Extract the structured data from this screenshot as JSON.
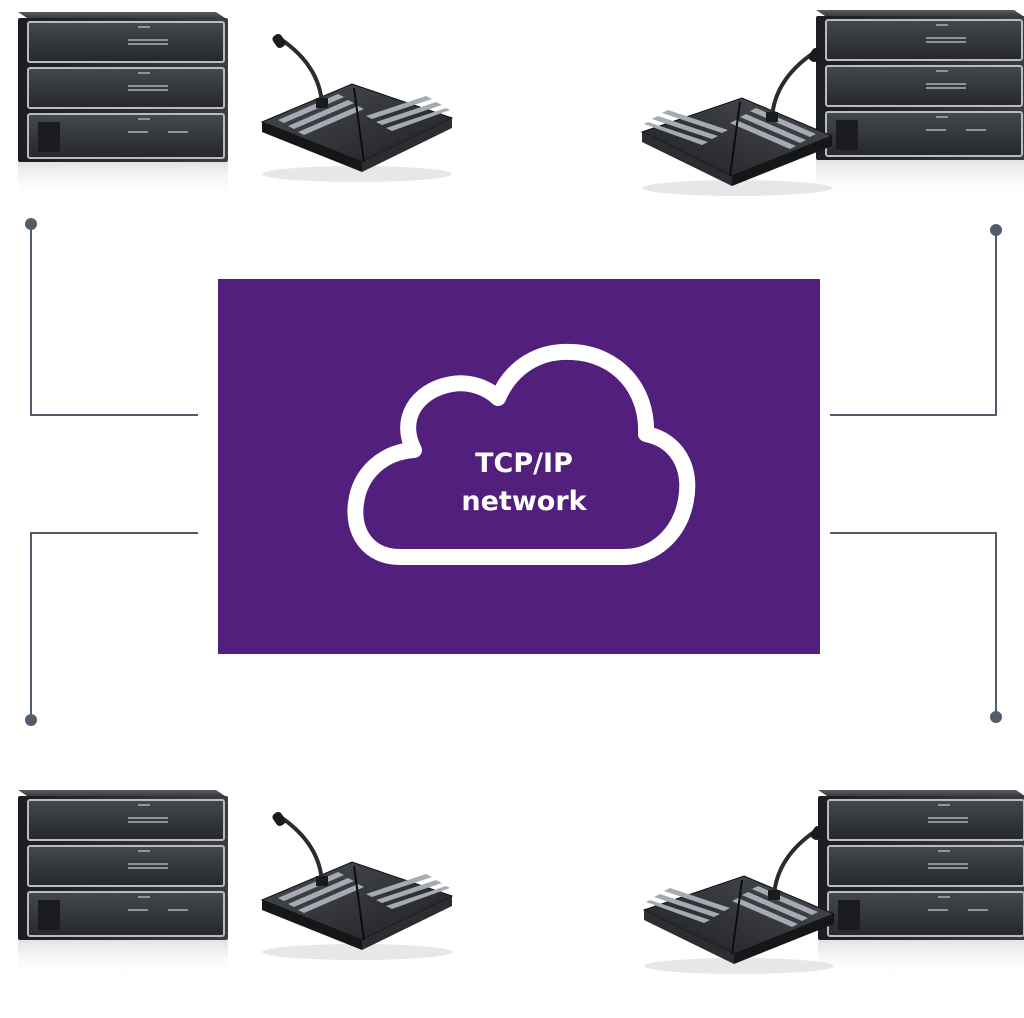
{
  "network": {
    "line1": "TCP/IP",
    "line2": "network"
  },
  "colors": {
    "panel": "#52207c",
    "cloud_outline": "#ffffff",
    "connector": "#525c6c",
    "rack_body": "#2c2e33",
    "rack_face": "#3a3d43",
    "rack_edge": "#b8bcc2",
    "console_body": "#2a2c30"
  },
  "nodes": [
    {
      "name": "node-top-left",
      "equipment": [
        "amplifier-rack",
        "call-station"
      ]
    },
    {
      "name": "node-top-right",
      "equipment": [
        "amplifier-rack",
        "call-station"
      ]
    },
    {
      "name": "node-bottom-left",
      "equipment": [
        "amplifier-rack",
        "call-station"
      ]
    },
    {
      "name": "node-bottom-right",
      "equipment": [
        "amplifier-rack",
        "call-station"
      ]
    }
  ]
}
